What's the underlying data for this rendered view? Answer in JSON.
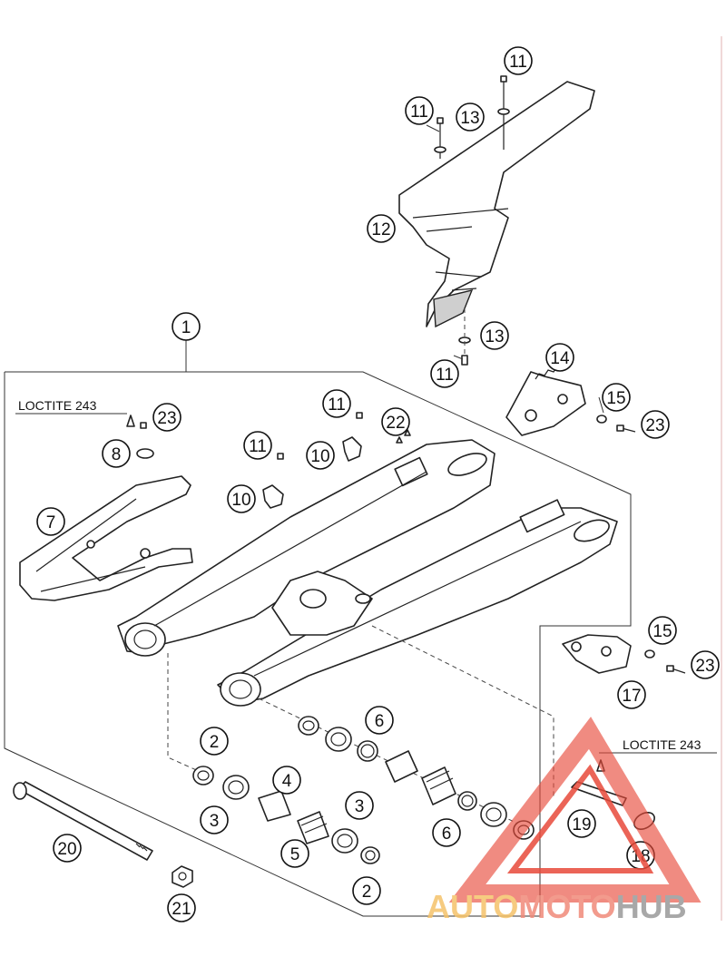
{
  "loctite_labels": [
    "LOCTITE 243",
    "LOCTITE 243"
  ],
  "callouts": [
    {
      "num": "1"
    },
    {
      "num": "2"
    },
    {
      "num": "2"
    },
    {
      "num": "3"
    },
    {
      "num": "3"
    },
    {
      "num": "4"
    },
    {
      "num": "5"
    },
    {
      "num": "6"
    },
    {
      "num": "6"
    },
    {
      "num": "7"
    },
    {
      "num": "8"
    },
    {
      "num": "10"
    },
    {
      "num": "10"
    },
    {
      "num": "11"
    },
    {
      "num": "11"
    },
    {
      "num": "11"
    },
    {
      "num": "11"
    },
    {
      "num": "11"
    },
    {
      "num": "12"
    },
    {
      "num": "13"
    },
    {
      "num": "13"
    },
    {
      "num": "14"
    },
    {
      "num": "15"
    },
    {
      "num": "15"
    },
    {
      "num": "17"
    },
    {
      "num": "18"
    },
    {
      "num": "19"
    },
    {
      "num": "20"
    },
    {
      "num": "21"
    },
    {
      "num": "22"
    },
    {
      "num": "23"
    },
    {
      "num": "23"
    },
    {
      "num": "23"
    }
  ],
  "watermark": {
    "part1": "AUTO",
    "part2": "MOTO",
    "part3": "HUB",
    "color1": "#f5c36a",
    "color2": "#f08a7a",
    "color3": "#9a9a9a",
    "triangle_color": "#e84a3a"
  }
}
